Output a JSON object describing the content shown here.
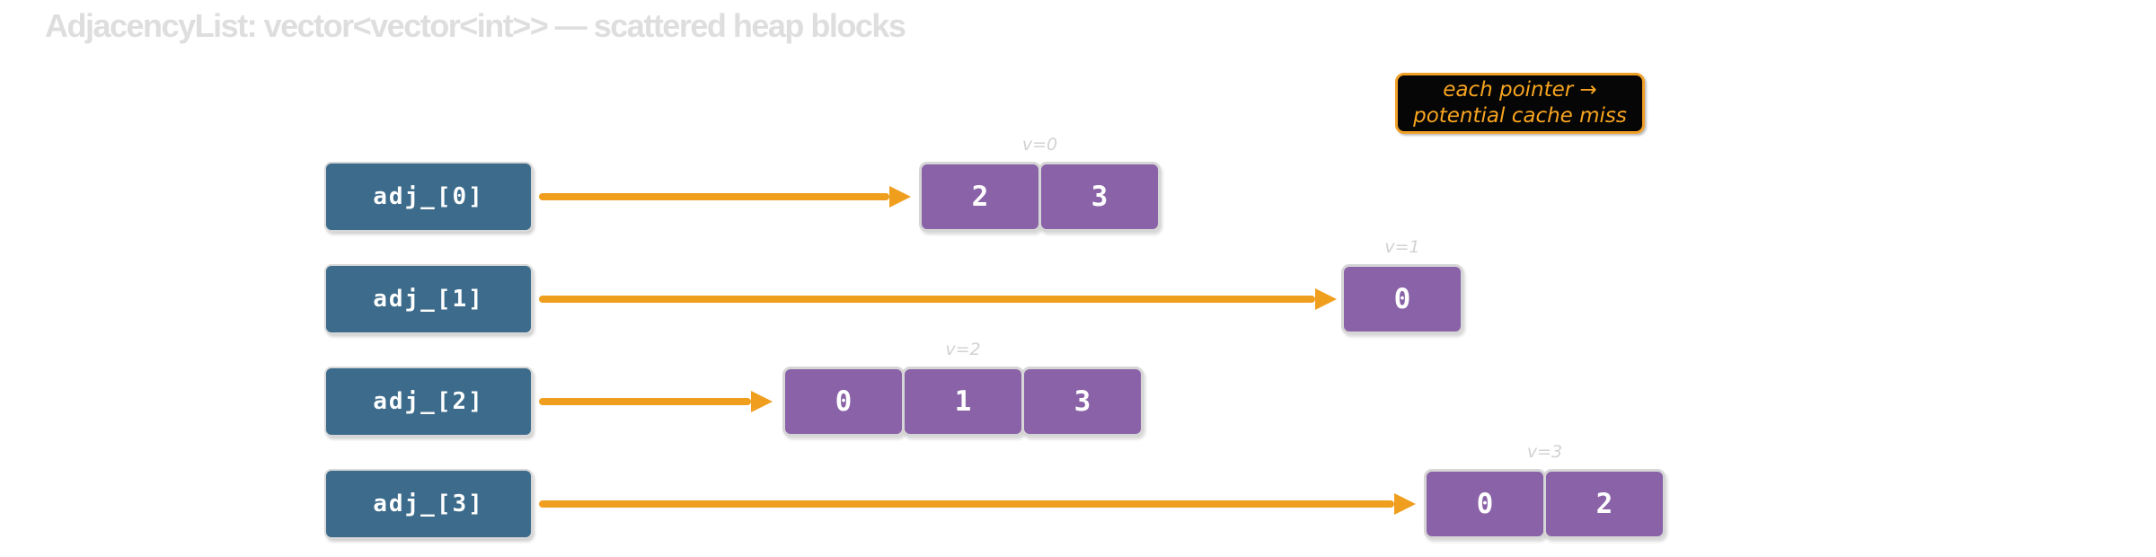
{
  "title": "AdjacencyList: vector<vector<int>> — scattered heap blocks",
  "note": {
    "line1": "each pointer →",
    "line2": "potential cache miss"
  },
  "colors": {
    "title_gray": "#dedede",
    "pointer_box_blue": "#3c6b8b",
    "heap_cell_purple": "#8a62a8",
    "arrow_orange": "#f09e1e",
    "note_background": "#060606",
    "note_text_orange": "#f7a41f",
    "cell_border_gray": "#d6d6d6",
    "size_label_gray": "#d2d2d2"
  },
  "rows": [
    {
      "label": "adj_[0]",
      "v_label": "v=0",
      "cells": [
        "2",
        "3"
      ]
    },
    {
      "label": "adj_[1]",
      "v_label": "v=1",
      "cells": [
        "0"
      ]
    },
    {
      "label": "adj_[2]",
      "v_label": "v=2",
      "cells": [
        "0",
        "1",
        "3"
      ]
    },
    {
      "label": "adj_[3]",
      "v_label": "v=3",
      "cells": [
        "0",
        "2"
      ]
    }
  ]
}
